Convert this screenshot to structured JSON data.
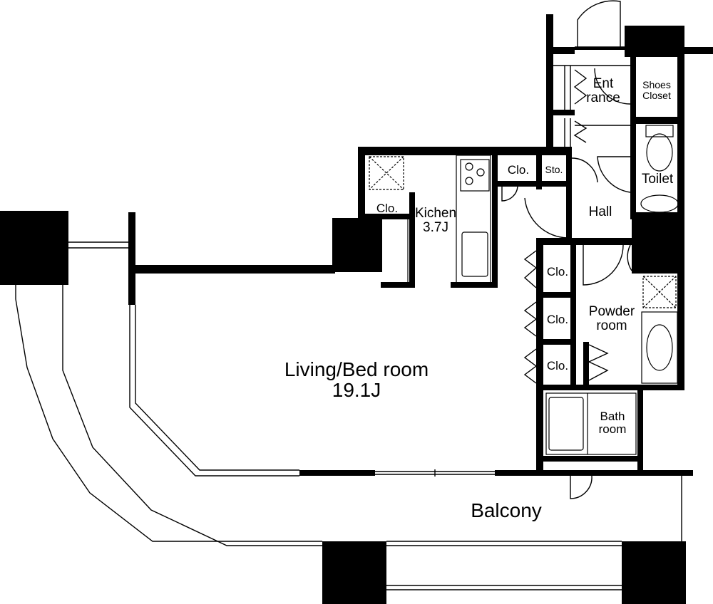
{
  "rooms": {
    "living": {
      "name": "Living/Bed room",
      "size": "19.1J"
    },
    "kitchen": {
      "name": "Kichen",
      "size": "3.7J"
    },
    "balcony": {
      "name": "Balcony"
    },
    "entrance": {
      "name_line1": "Ent",
      "name_line2": "rance"
    },
    "shoes_closet": {
      "name_line1": "Shoes",
      "name_line2": "Closet"
    },
    "toilet": {
      "name": "Toilet"
    },
    "hall": {
      "name": "Hall"
    },
    "powder_room": {
      "name_line1": "Powder",
      "name_line2": "room"
    },
    "bath_room": {
      "name_line1": "Bath",
      "name_line2": "room"
    },
    "kitchen_closet": {
      "name": "Clo."
    },
    "closet_upper": {
      "name": "Clo."
    },
    "storage": {
      "name": "Sto."
    },
    "closet_1": {
      "name": "Clo."
    },
    "closet_2": {
      "name": "Clo."
    },
    "closet_3": {
      "name": "Clo."
    }
  },
  "colors": {
    "wall": "#000000",
    "background": "#ffffff"
  }
}
